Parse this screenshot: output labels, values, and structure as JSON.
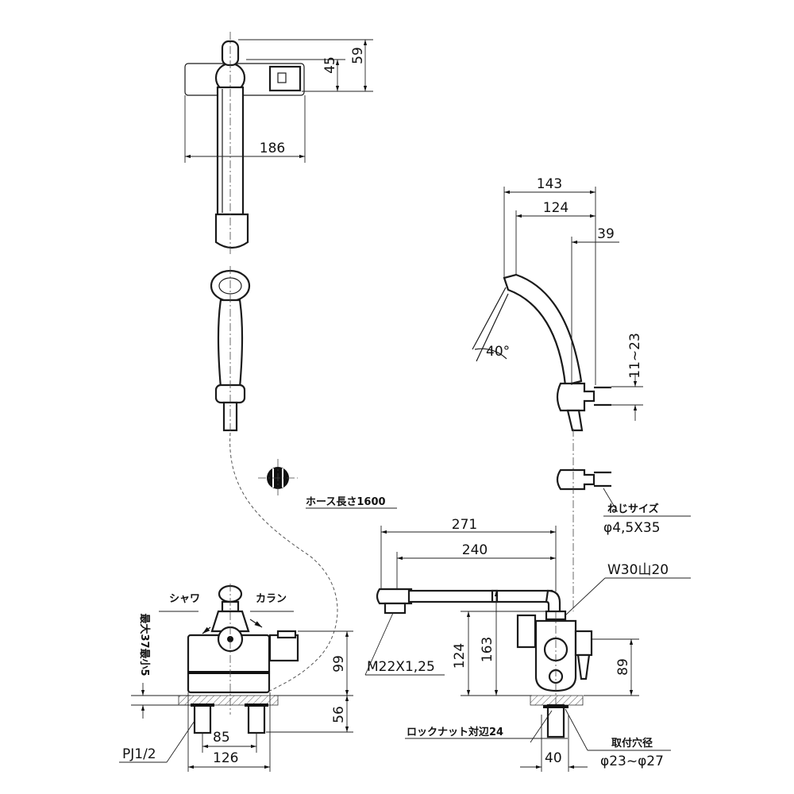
{
  "top_view": {
    "dim_45": "45",
    "dim_59": "59",
    "dim_186": "186"
  },
  "hose": {
    "length_label": "ホース長さ1600"
  },
  "shower_holder": {
    "dim_143": "143",
    "dim_124": "124",
    "dim_39": "39",
    "angle": "40°",
    "dim_11_23": "11~23",
    "screw_size_label": "ねじサイズ",
    "screw_size_value": "φ4,5X35"
  },
  "front_view": {
    "shower_label": "シャワ",
    "faucet_label": "カラン",
    "counter_thickness": "最大37最小5",
    "dim_99": "99",
    "dim_56": "56",
    "dim_85": "85",
    "dim_126": "126",
    "thread_label": "PJ1/2"
  },
  "side_view": {
    "dim_271": "271",
    "dim_240": "240",
    "thread_w": "W30山20",
    "dim_124": "124",
    "dim_163": "163",
    "dim_89": "89",
    "spout_thread": "M22X1,25",
    "locknut_label": "ロックナット対辺24",
    "dim_40": "40",
    "hole_label": "取付穴径",
    "hole_value": "φ23~φ27"
  }
}
